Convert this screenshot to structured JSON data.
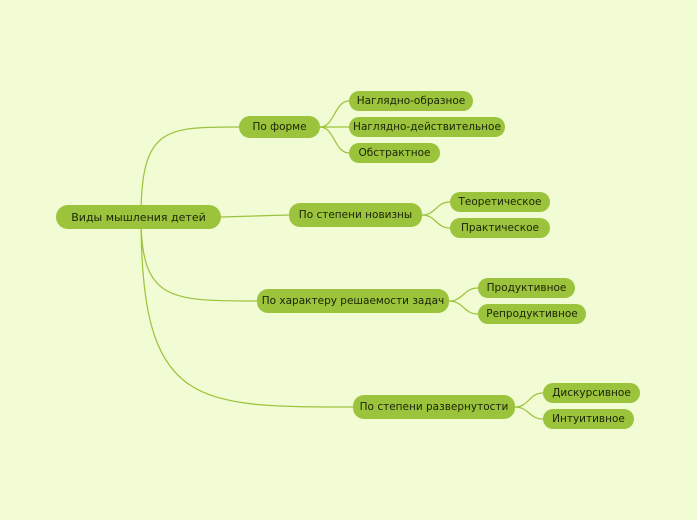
{
  "mindmap": {
    "root": {
      "label": "Виды мышления детей"
    },
    "branches": [
      {
        "label": "По форме",
        "children": [
          "Наглядно-образное",
          "Наглядно-действительное",
          "Обстрактное"
        ]
      },
      {
        "label": "По степени новизны",
        "children": [
          "Теоретическое",
          "Практическое"
        ]
      },
      {
        "label": "По характеру решаемости задач",
        "children": [
          "Продуктивное",
          "Репродуктивное"
        ]
      },
      {
        "label": "По степени развернутости",
        "children": [
          "Дискурсивное",
          "Интуитивное"
        ]
      }
    ]
  },
  "colors": {
    "background": "#f1fbd4",
    "node_fill": "#9bc33b",
    "connector": "#9bc33b",
    "text": "#1a2406"
  }
}
